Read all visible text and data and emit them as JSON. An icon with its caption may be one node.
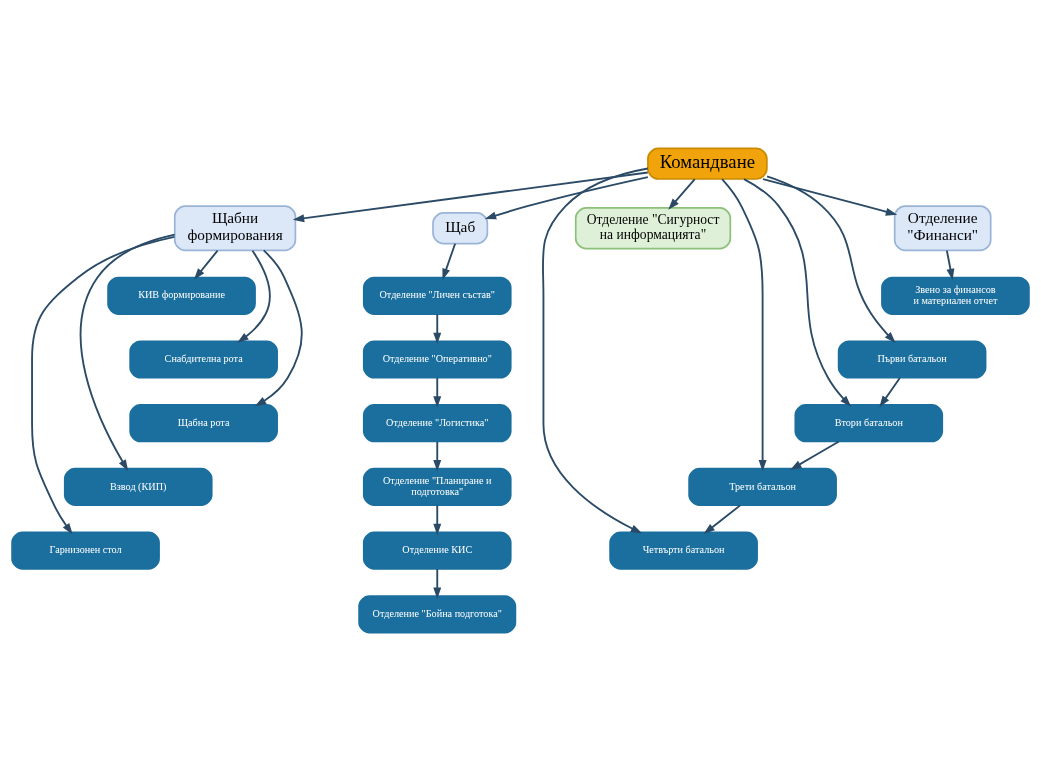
{
  "diagram": {
    "nodes": [
      {
        "text": [
          "Командване"
        ]
      },
      {
        "text": [
          "Отделение \"Финанси\""
        ]
      },
      {
        "text": [
          "Щабни формирования"
        ]
      },
      {
        "text": [
          "Щаб"
        ]
      },
      {
        "text": [
          "Отделение \"Сигурност на информацията\""
        ]
      },
      {
        "text": [
          "Звено за финансов и материален отчет"
        ]
      },
      {
        "text": [
          "Първи батальон"
        ]
      },
      {
        "text": [
          "Втори батальон"
        ]
      },
      {
        "text": [
          "Трети батальон"
        ]
      },
      {
        "text": [
          "Четвърти батальон"
        ]
      },
      {
        "text": [
          "КИВ формирование"
        ]
      },
      {
        "text": [
          "Снабдителна рота"
        ]
      },
      {
        "text": [
          "Щабна рота"
        ]
      },
      {
        "text": [
          "Взвод (КИП)"
        ]
      },
      {
        "text": [
          "Гарнизонен стол"
        ]
      },
      {
        "text": [
          "Отделение \"Личен състав\""
        ]
      },
      {
        "text": [
          "Отделение \"Оперативно\""
        ]
      },
      {
        "text": [
          "Отделение \"Логистика\""
        ]
      },
      {
        "text": [
          "Отделение \"Планиране и подготовка\""
        ]
      },
      {
        "text": [
          "Отделение КИС"
        ]
      },
      {
        "text": [
          "Отделение \"Бойна подготока\""
        ]
      }
    ],
    "edges": [
      {
        "from": 0,
        "to": 1,
        "arrow": "to"
      },
      {
        "from": 0,
        "to": 2,
        "arrow": "to"
      },
      {
        "from": 0,
        "to": 3,
        "arrow": "to"
      },
      {
        "from": 0,
        "to": 4,
        "arrow": "to"
      },
      {
        "from": 1,
        "to": 5,
        "arrow": "to"
      },
      {
        "from": 0,
        "to": 6,
        "arrow": "to"
      },
      {
        "from": 0,
        "to": 7,
        "arrow": "to"
      },
      {
        "from": 0,
        "to": 8,
        "arrow": "to"
      },
      {
        "from": 0,
        "to": 9,
        "arrow": "to"
      },
      {
        "from": 6,
        "to": 7,
        "arrow": "to"
      },
      {
        "from": 7,
        "to": 8,
        "arrow": "to"
      },
      {
        "from": 8,
        "to": 9,
        "arrow": "to"
      },
      {
        "from": 2,
        "to": 10,
        "arrow": "to"
      },
      {
        "from": 2,
        "to": 11,
        "arrow": "to"
      },
      {
        "from": 2,
        "to": 12,
        "arrow": "to"
      },
      {
        "from": 2,
        "to": 13,
        "arrow": "to"
      },
      {
        "from": 2,
        "to": 14,
        "arrow": "to"
      },
      {
        "from": 3,
        "to": 15,
        "arrow": "to"
      },
      {
        "from": 15,
        "to": 16,
        "arrow": "to"
      },
      {
        "from": 16,
        "to": 17,
        "arrow": "to"
      },
      {
        "from": 17,
        "to": 18,
        "arrow": "to"
      },
      {
        "from": 18,
        "to": 19,
        "arrow": "to"
      },
      {
        "from": 19,
        "to": 20,
        "arrow": "to"
      }
    ]
  }
}
